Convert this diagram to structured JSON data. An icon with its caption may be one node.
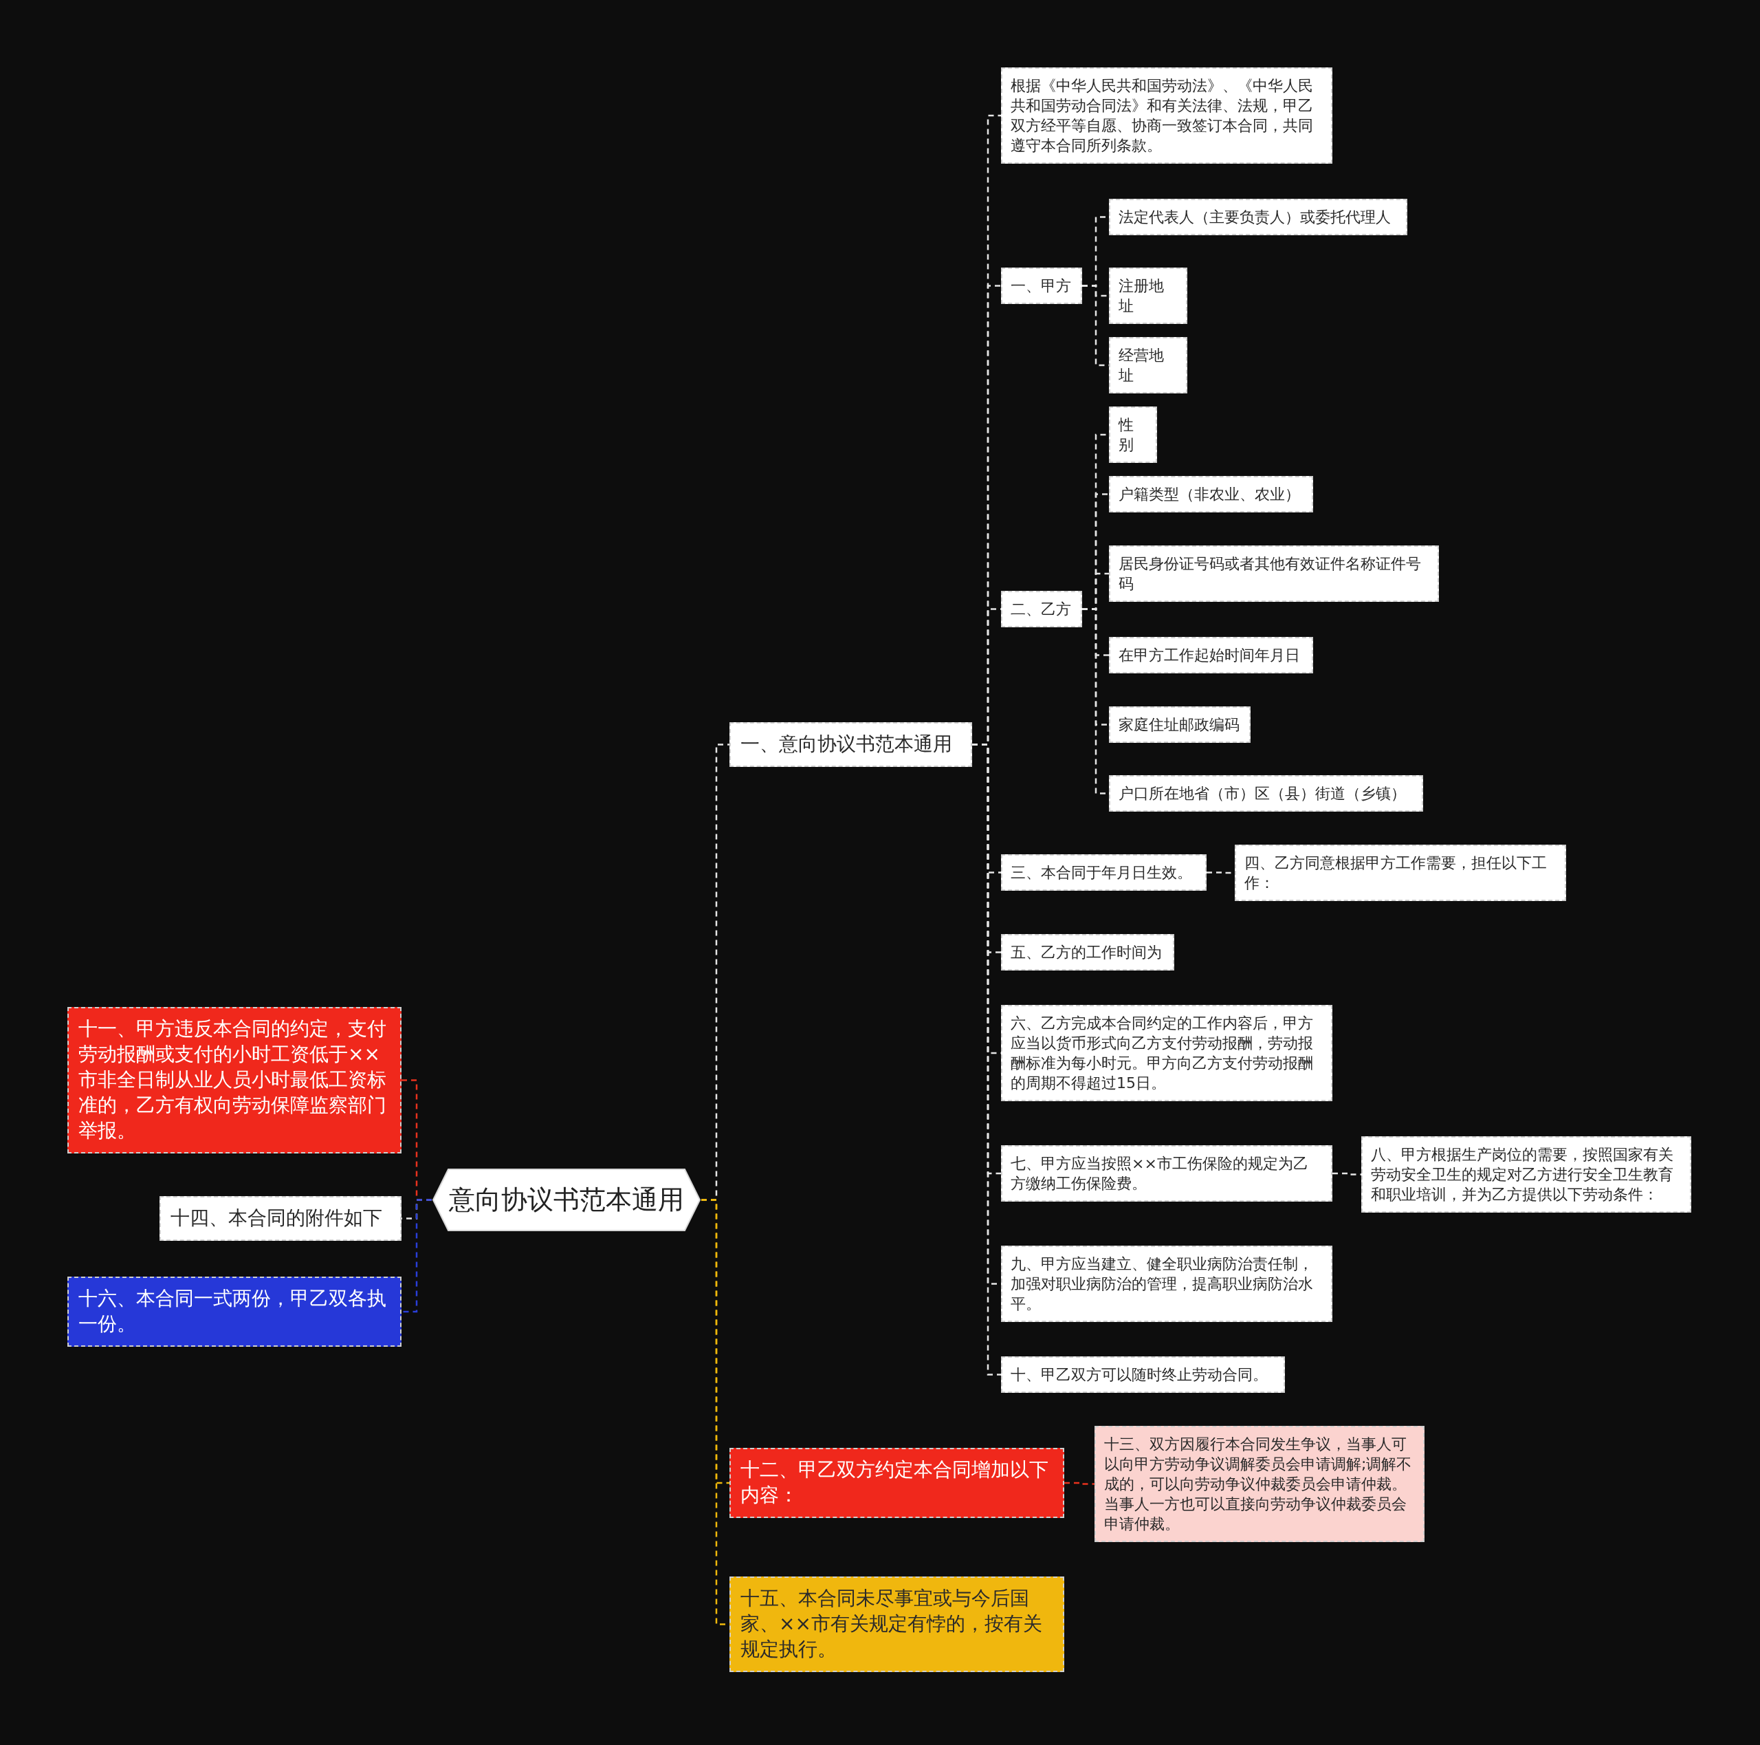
{
  "diagram": {
    "nodes": [
      {
        "text": [
          "意向协议书范本通用"
        ]
      },
      {
        "text": [
          "一、意向协议书范本通用"
        ]
      },
      {
        "text": [
          "根据《中华人民共和国劳动法》、《中华人民共和国劳动合同法》和有关法律、法规，甲乙双方经平等自愿、协商一致签订本合同，共同遵守本合同所列条款。"
        ]
      },
      {
        "text": [
          "一、甲方"
        ]
      },
      {
        "text": [
          "法定代表人（主要负责人）或委托代理人"
        ]
      },
      {
        "text": [
          "注册地址"
        ]
      },
      {
        "text": [
          "经营地址"
        ]
      },
      {
        "text": [
          "二、乙方"
        ]
      },
      {
        "text": [
          "性别"
        ]
      },
      {
        "text": [
          "户籍类型（非农业、农业）"
        ]
      },
      {
        "text": [
          "居民身份证号码或者其他有效证件名称证件号码"
        ]
      },
      {
        "text": [
          "在甲方工作起始时间年月日"
        ]
      },
      {
        "text": [
          "家庭住址邮政编码"
        ]
      },
      {
        "text": [
          "户口所在地省（市）区（县）街道（乡镇）"
        ]
      },
      {
        "text": [
          "三、本合同于年月日生效。"
        ]
      },
      {
        "text": [
          "四、乙方同意根据甲方工作需要，担任以下工作："
        ]
      },
      {
        "text": [
          "五、乙方的工作时间为"
        ]
      },
      {
        "text": [
          "六、乙方完成本合同约定的工作内容后，甲方应当以货币形式向乙方支付劳动报酬，劳动报酬标准为每小时元。甲方向乙方支付劳动报酬的周期不得超过15日。"
        ]
      },
      {
        "text": [
          "七、甲方应当按照××市工伤保险的规定为乙方缴纳工伤保险费。"
        ]
      },
      {
        "text": [
          "八、甲方根据生产岗位的需要，按照国家有关劳动安全卫生的规定对乙方进行安全卫生教育和职业培训，并为乙方提供以下劳动条件："
        ]
      },
      {
        "text": [
          "九、甲方应当建立、健全职业病防治责任制，加强对职业病防治的管理，提高职业病防治水平。"
        ]
      },
      {
        "text": [
          "十、甲乙双方可以随时终止劳动合同。"
        ]
      },
      {
        "text": [
          "十二、甲乙双方约定本合同增加以下内容："
        ]
      },
      {
        "text": [
          "十三、双方因履行本合同发生争议，当事人可以向甲方劳动争议调解委员会申请调解;调解不成的，可以向劳动争议仲裁委员会申请仲裁。当事人一方也可以直接向劳动争议仲裁委员会申请仲裁。"
        ]
      },
      {
        "text": [
          "十五、本合同未尽事宜或与今后国家、××市有关规定有悖的，按有关规定执行。"
        ]
      },
      {
        "text": [
          "十一、甲方违反本合同的约定，支付劳动报酬或支付的小时工资低于××市非全日制从业人员小时最低工资标准的，乙方有权向劳动保障监察部门举报。"
        ]
      },
      {
        "text": [
          "十四、本合同的附件如下"
        ]
      },
      {
        "text": [
          "十六、本合同一式两份，甲乙双各执一份。"
        ]
      }
    ],
    "edges": [
      {
        "from": 0,
        "to": 1,
        "arrow": "none"
      },
      {
        "from": 1,
        "to": 2,
        "arrow": "none"
      },
      {
        "from": 1,
        "to": 3,
        "arrow": "none"
      },
      {
        "from": 3,
        "to": 4,
        "arrow": "none"
      },
      {
        "from": 3,
        "to": 5,
        "arrow": "none"
      },
      {
        "from": 3,
        "to": 6,
        "arrow": "none"
      },
      {
        "from": 1,
        "to": 7,
        "arrow": "none"
      },
      {
        "from": 7,
        "to": 8,
        "arrow": "none"
      },
      {
        "from": 7,
        "to": 9,
        "arrow": "none"
      },
      {
        "from": 7,
        "to": 10,
        "arrow": "none"
      },
      {
        "from": 7,
        "to": 11,
        "arrow": "none"
      },
      {
        "from": 7,
        "to": 12,
        "arrow": "none"
      },
      {
        "from": 7,
        "to": 13,
        "arrow": "none"
      },
      {
        "from": 1,
        "to": 14,
        "arrow": "none"
      },
      {
        "from": 14,
        "to": 15,
        "arrow": "none"
      },
      {
        "from": 1,
        "to": 16,
        "arrow": "none"
      },
      {
        "from": 1,
        "to": 17,
        "arrow": "none"
      },
      {
        "from": 1,
        "to": 18,
        "arrow": "none"
      },
      {
        "from": 18,
        "to": 19,
        "arrow": "none"
      },
      {
        "from": 1,
        "to": 20,
        "arrow": "none"
      },
      {
        "from": 1,
        "to": 21,
        "arrow": "none"
      },
      {
        "from": 0,
        "to": 22,
        "arrow": "none",
        "color": "#f0b90b"
      },
      {
        "from": 22,
        "to": 23,
        "arrow": "none",
        "color": "#e8321e"
      },
      {
        "from": 0,
        "to": 24,
        "arrow": "none",
        "color": "#f0b90b"
      },
      {
        "from": 0,
        "to": 25,
        "arrow": "none",
        "color": "#e8321e"
      },
      {
        "from": 0,
        "to": 26,
        "arrow": "none"
      },
      {
        "from": 0,
        "to": 27,
        "arrow": "none",
        "color": "#2a3fd8"
      }
    ]
  }
}
